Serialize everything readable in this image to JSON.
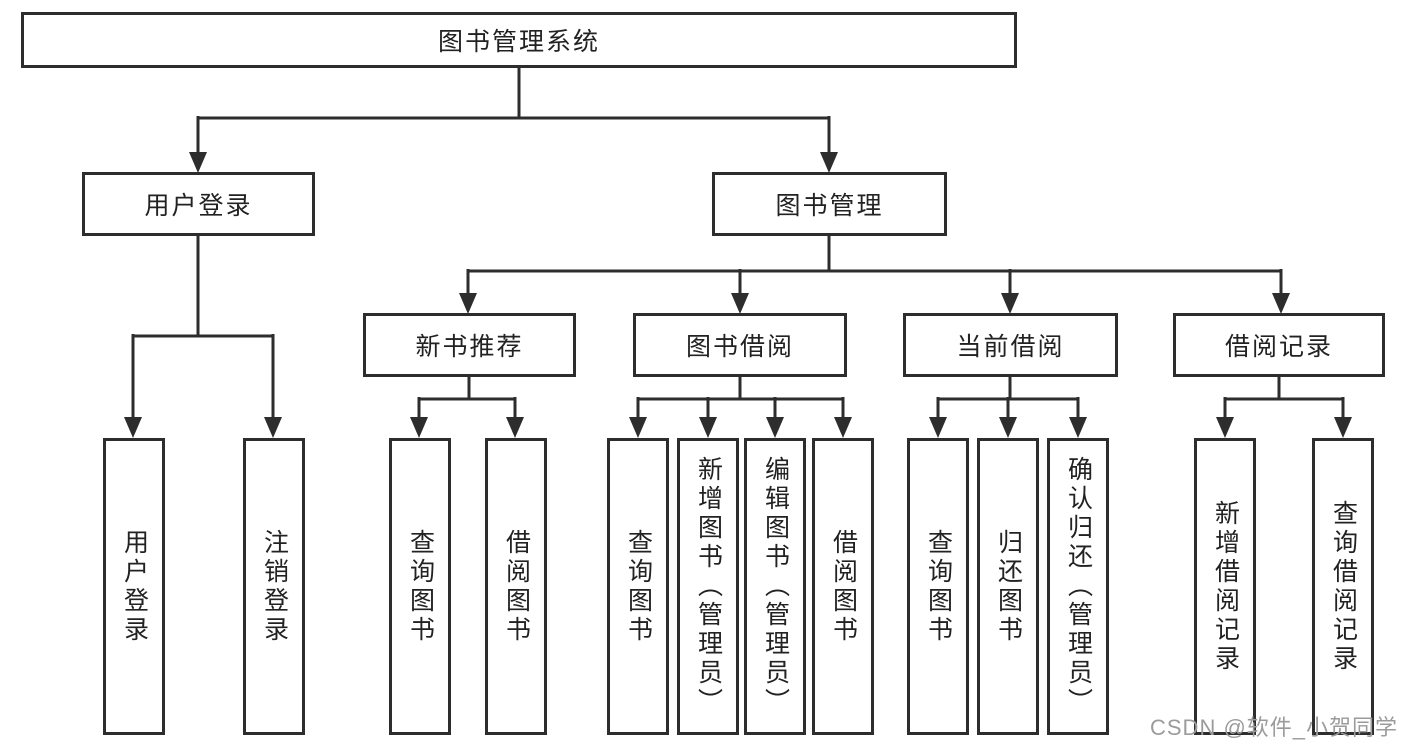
{
  "tree": {
    "label": "图书管理系统",
    "children": [
      {
        "label": "用户登录",
        "children": [
          {
            "label": "用户登录"
          },
          {
            "label": "注销登录"
          }
        ]
      },
      {
        "label": "图书管理",
        "children": [
          {
            "label": "新书推荐",
            "children": [
              {
                "label": "查询图书"
              },
              {
                "label": "借阅图书"
              }
            ]
          },
          {
            "label": "图书借阅",
            "children": [
              {
                "label": "查询图书"
              },
              {
                "label": "新增图书（管理员）"
              },
              {
                "label": "编辑图书（管理员）"
              },
              {
                "label": "借阅图书"
              }
            ]
          },
          {
            "label": "当前借阅",
            "children": [
              {
                "label": "查询图书"
              },
              {
                "label": "归还图书"
              },
              {
                "label": "确认归还（管理员）"
              }
            ]
          },
          {
            "label": "借阅记录",
            "children": [
              {
                "label": "新增借阅记录"
              },
              {
                "label": "查询借阅记录"
              }
            ]
          }
        ]
      }
    ]
  },
  "watermark": {
    "text": "CSDN @软件_小贺同学"
  },
  "colors": {
    "line": "#2d2d2d",
    "box_fill": "#ffffff",
    "text": "#222222",
    "watermark": "#9b9b9b"
  }
}
